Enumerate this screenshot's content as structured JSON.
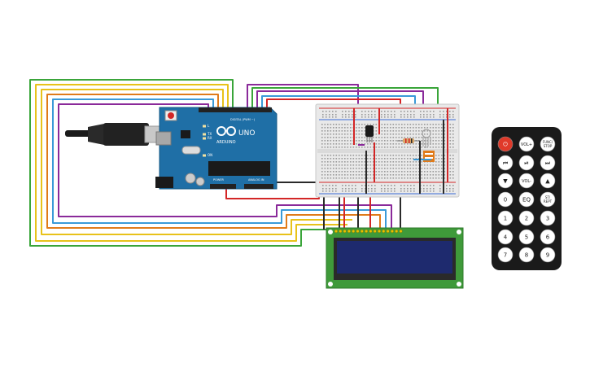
{
  "arduino": {
    "brand": "ARDUINO",
    "model": "UNO",
    "digital_label": "DIGITAL (PWM ~)",
    "power_label": "POWER",
    "analog_label": "ANALOG IN",
    "board_color": "#1f6fa6",
    "led_labels": [
      "L",
      "TX",
      "RX",
      "ON"
    ]
  },
  "breadboard": {
    "color": "#e9e9e9"
  },
  "lcd": {
    "board_color": "#3f9a3a",
    "screen_color": "#1e2a6e"
  },
  "wire_colors": {
    "red": "#d32626",
    "black": "#2a2a2a",
    "yellow": "#e8c21a",
    "orange": "#e07b1a",
    "green": "#3aa53a",
    "purple": "#8a2a9a",
    "blue": "#3a9ad8"
  },
  "remote": {
    "buttons": [
      {
        "label": "⏻",
        "name": "power-button",
        "accent": true
      },
      {
        "label": "VOL+",
        "name": "vol-up-button"
      },
      {
        "label": "FUNC/\nSTOP",
        "name": "func-stop-button"
      },
      {
        "label": "⏮",
        "name": "previous-button"
      },
      {
        "label": "⏯",
        "name": "play-pause-button"
      },
      {
        "label": "⏭",
        "name": "next-button"
      },
      {
        "label": "▼",
        "name": "down-button"
      },
      {
        "label": "VOL-",
        "name": "vol-down-button"
      },
      {
        "label": "▲",
        "name": "up-button"
      },
      {
        "label": "0",
        "name": "digit-0-button"
      },
      {
        "label": "EQ",
        "name": "eq-button"
      },
      {
        "label": "ST/\nREPT",
        "name": "st-rept-button"
      },
      {
        "label": "1",
        "name": "digit-1-button"
      },
      {
        "label": "2",
        "name": "digit-2-button"
      },
      {
        "label": "3",
        "name": "digit-3-button"
      },
      {
        "label": "4",
        "name": "digit-4-button"
      },
      {
        "label": "5",
        "name": "digit-5-button"
      },
      {
        "label": "6",
        "name": "digit-6-button"
      },
      {
        "label": "7",
        "name": "digit-7-button"
      },
      {
        "label": "8",
        "name": "digit-8-button"
      },
      {
        "label": "9",
        "name": "digit-9-button"
      }
    ],
    "accent_color": "#e03a2a"
  }
}
